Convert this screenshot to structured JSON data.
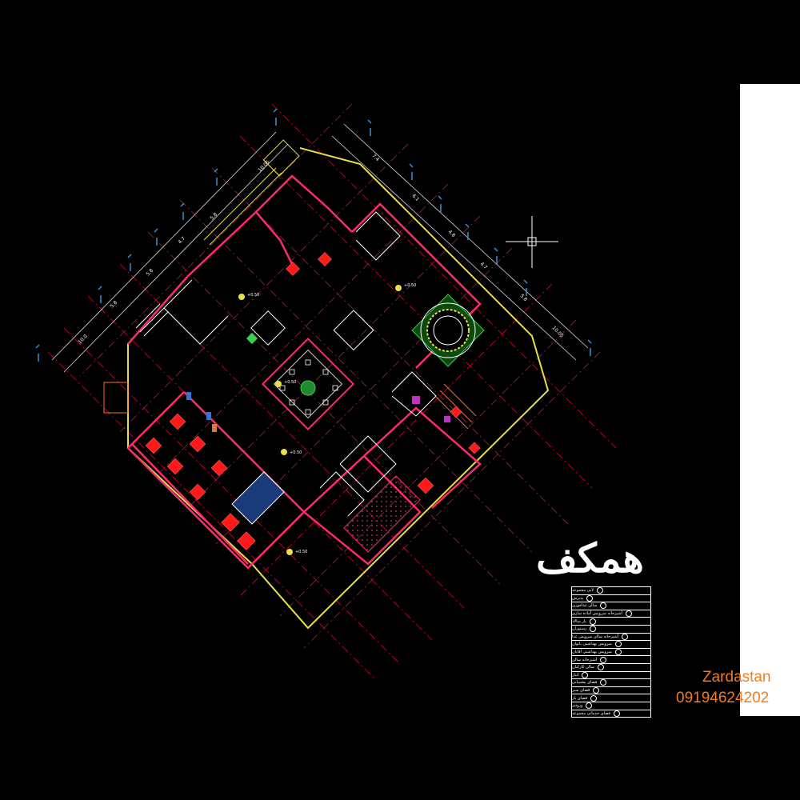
{
  "title": "همکف",
  "legend": {
    "items": [
      "لابی مجموعه",
      "پذیرش",
      "سالن غذاخوری",
      "آشپزخانه سرویس آماده سازی",
      "بار سالاد",
      "رستوران",
      "آشپزخانه سالن سرویس غذا",
      "سرویس بهداشتی بانوان",
      "سرویس بهداشتی آقایان",
      "آشپزخانه سالن",
      "سالن کارکنان",
      "انبار",
      "فضای پشتیبانی",
      "فضای سبز",
      "فضای باز",
      "ورودی",
      "فضای خدماتی مجموعه"
    ]
  },
  "watermark": {
    "name": "Zardastan",
    "phone": "09194624202"
  },
  "levels": {
    "level_a": "+0.50",
    "level_b": "+0.50",
    "level_c": "+0.50",
    "level_d": "+0.50",
    "level_e": "+0.50"
  },
  "colors": {
    "background": "#000000",
    "wall": "#ff2a6a",
    "grid": "#c8102e",
    "boundary": "#e8e04a",
    "furniture": "#ff1a1a",
    "dimension": "#ffffff",
    "marker": "#3b8fd9",
    "watermark": "#f07d1e"
  }
}
